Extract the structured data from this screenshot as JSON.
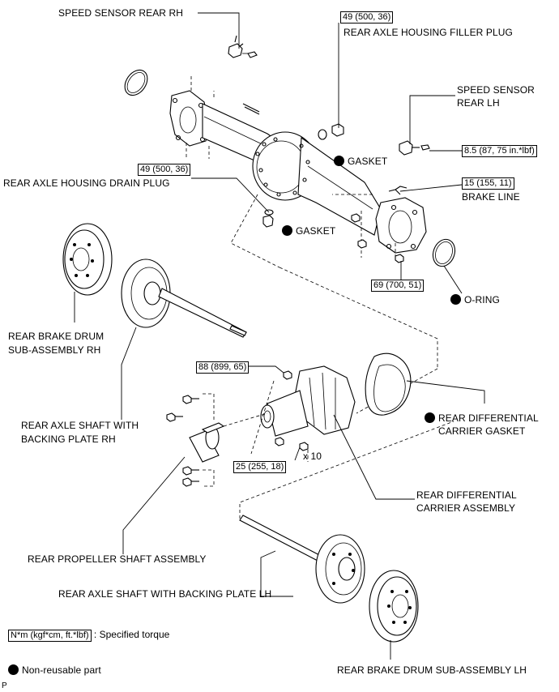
{
  "labels": {
    "speed_sensor_rear_rh": "SPEED SENSOR REAR RH",
    "filler_plug": "REAR AXLE HOUSING FILLER PLUG",
    "speed_sensor_rear_lh_1": "SPEED SENSOR",
    "speed_sensor_rear_lh_2": "REAR LH",
    "gasket_upper": "GASKET",
    "drain_plug": "REAR AXLE HOUSING DRAIN PLUG",
    "gasket_lower": "GASKET",
    "brake_line": "BRAKE LINE",
    "o_ring": "O-RING",
    "brake_drum_rh_1": "REAR BRAKE DRUM",
    "brake_drum_rh_2": "SUB-ASSEMBLY RH",
    "diff_gasket_1": "REAR DIFFERENTIAL",
    "diff_gasket_2": "CARRIER GASKET",
    "axle_shaft_rh_1": "REAR AXLE SHAFT WITH",
    "axle_shaft_rh_2": "BACKING PLATE RH",
    "times_ten": "x 10",
    "diff_carrier_1": "REAR DIFFERENTIAL",
    "diff_carrier_2": "CARRIER ASSEMBLY",
    "propeller_shaft": "REAR PROPELLER SHAFT ASSEMBLY",
    "axle_shaft_lh": "REAR AXLE SHAFT WITH BACKING PLATE LH",
    "brake_drum_lh": "REAR BRAKE DRUM SUB-ASSEMBLY LH"
  },
  "torques": {
    "filler_plug": "49 (500, 36)",
    "speed_sensor_lh": "8.5 (87, 75 in.*lbf)",
    "drain_plug": "49 (500, 36)",
    "brake_line": "15 (155, 11)",
    "housing_nut": "69 (700, 51)",
    "diff_upper": "88 (899, 65)",
    "diff_lower": "25 (255, 18)"
  },
  "legend": {
    "torque_box": "N*m (kgf*cm, ft.*lbf)",
    "torque_text": ": Specified torque",
    "nonreusable_text": "Non-reusable part"
  },
  "footer_code": "P"
}
